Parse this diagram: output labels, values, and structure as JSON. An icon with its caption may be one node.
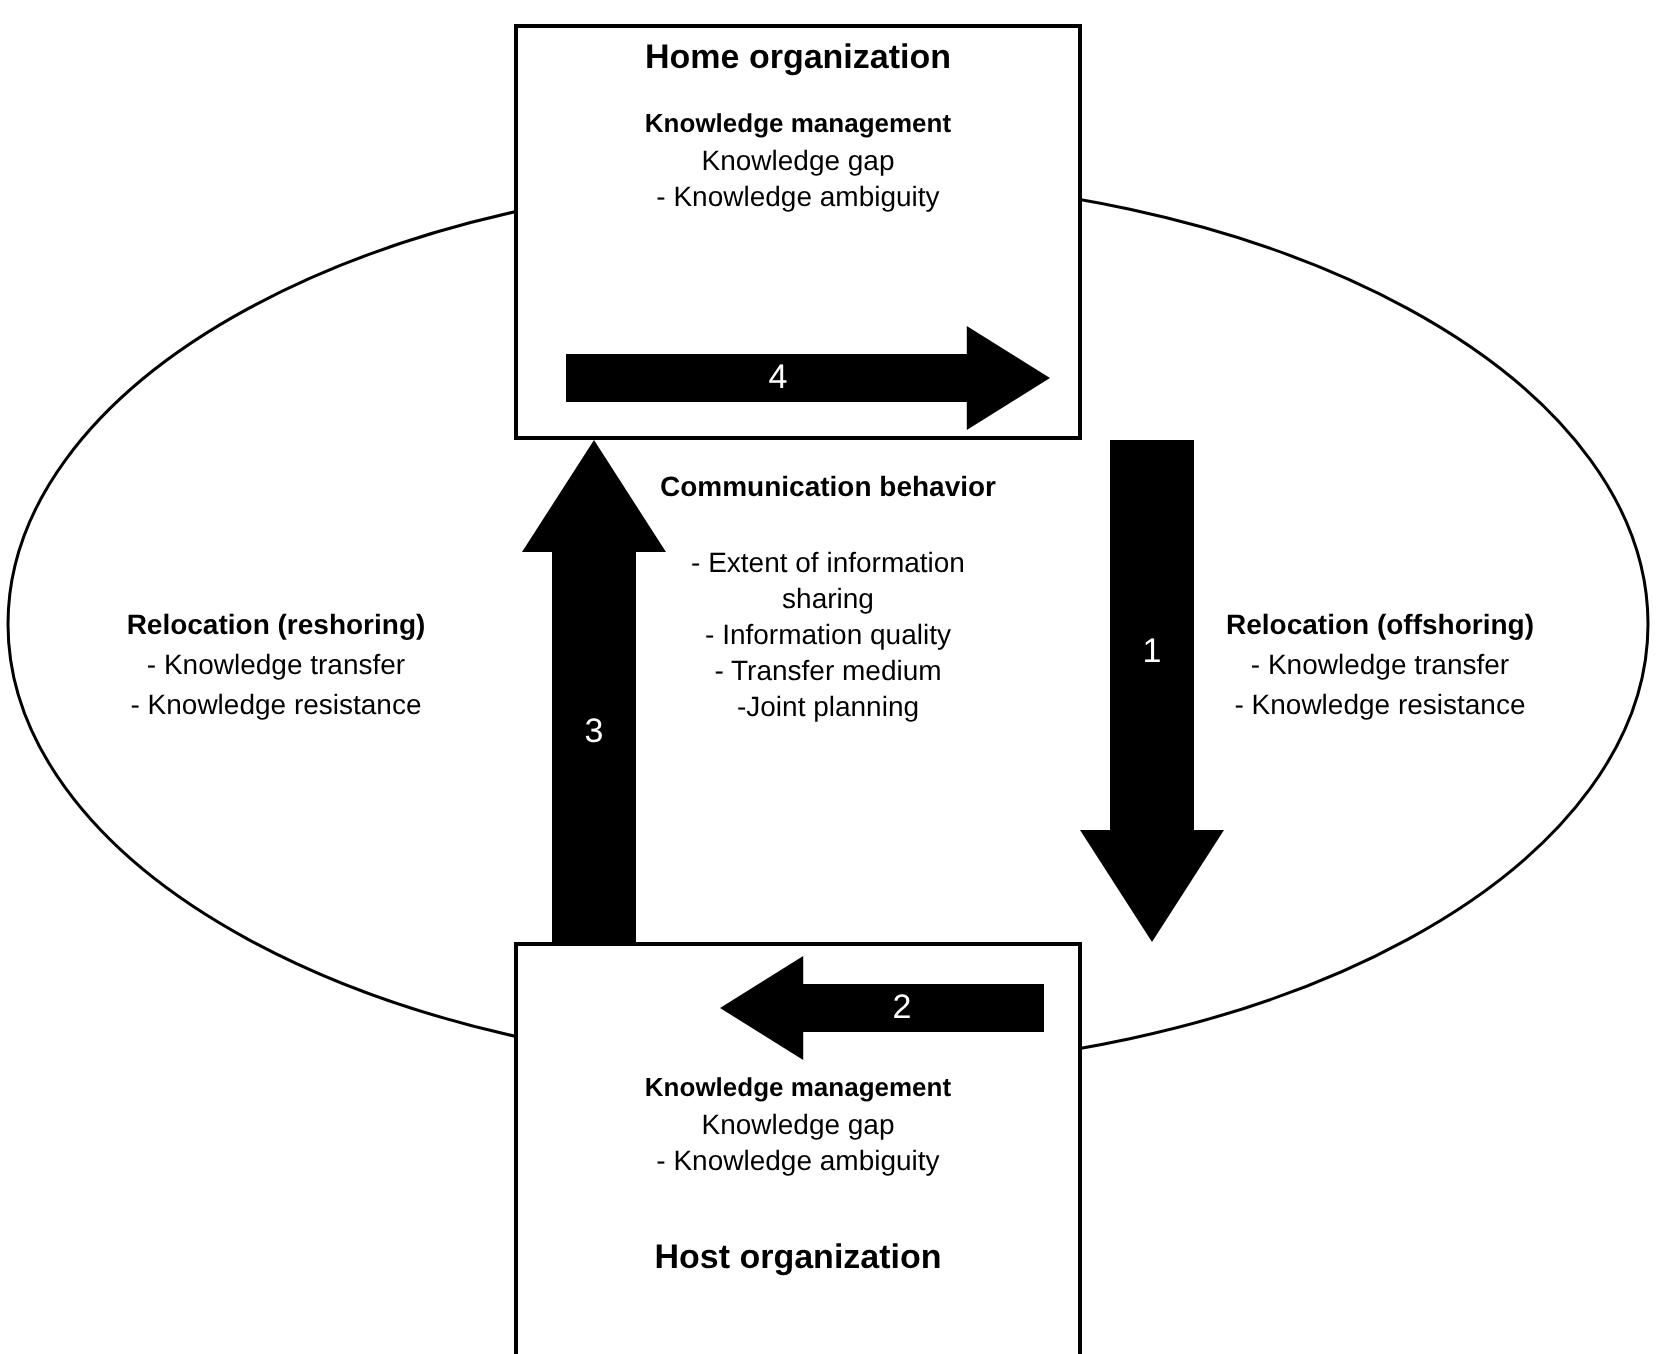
{
  "diagram": {
    "nodes": [
      {
        "text": [
          "Communication behavior",
          "- Extent of information sharing",
          "- Information quality",
          "- Transfer medium",
          "-Joint planning"
        ]
      },
      {
        "text": [
          "Home organization",
          "Knowledge management",
          "Knowledge gap",
          "- Knowledge ambiguity"
        ]
      },
      {
        "text": [
          "4"
        ]
      },
      {
        "text": [
          "Knowledge management",
          "Knowledge gap",
          "- Knowledge ambiguity",
          "Host organization"
        ]
      },
      {
        "text": [
          "2"
        ]
      }
    ],
    "edges": [
      {
        "from": 1,
        "to": 3,
        "arrow": "to",
        "label": "1",
        "style": "thick"
      },
      {
        "from": 3,
        "to": 1,
        "arrow": "to",
        "label": "3",
        "style": "thick"
      }
    ],
    "labels": [
      "Relocation (reshoring)",
      "- Knowledge transfer",
      "- Knowledge resistance",
      "Relocation (offshoring)",
      "- Knowledge transfer",
      "- Knowledge resistance"
    ]
  }
}
